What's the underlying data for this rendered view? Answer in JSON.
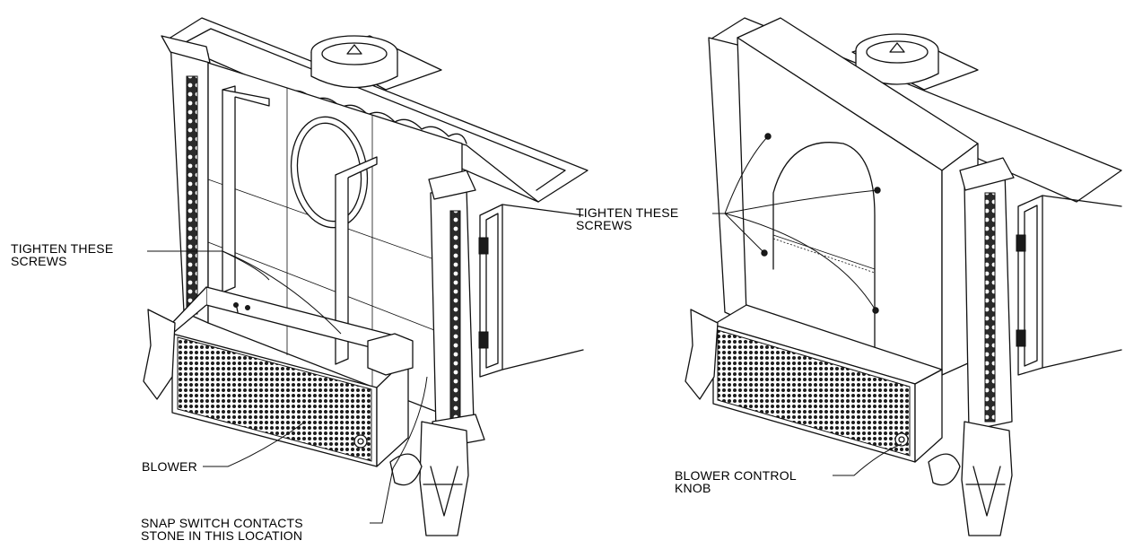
{
  "left_figure": {
    "labels": {
      "tighten_line1": "TIGHTEN THESE",
      "tighten_line2": "SCREWS",
      "blower": "BLOWER",
      "snap_line1": "SNAP SWITCH CONTACTS",
      "snap_line2": "STONE IN THIS LOCATION"
    }
  },
  "right_figure": {
    "labels": {
      "tighten_line1": "TIGHTEN THESE",
      "tighten_line2": "SCREWS",
      "knob_line1": "BLOWER CONTROL",
      "knob_line2": "KNOB"
    }
  }
}
